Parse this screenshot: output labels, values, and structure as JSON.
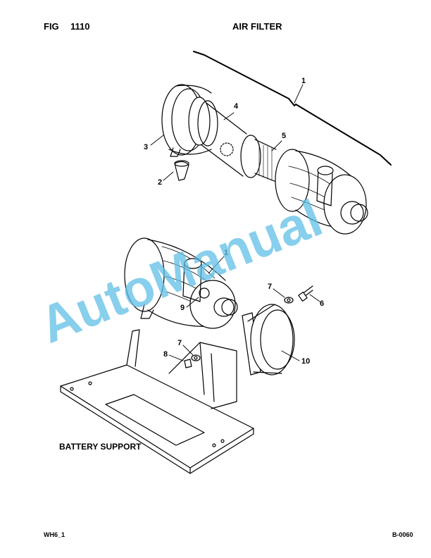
{
  "header": {
    "fig_label": "FIG",
    "fig_number": "1110",
    "title": "AIR FILTER"
  },
  "labels": {
    "battery_support": "BATTERY SUPPORT"
  },
  "callouts": [
    "1",
    "4",
    "5",
    "3",
    "2",
    "1",
    "7",
    "6",
    "9",
    "7",
    "8",
    "10"
  ],
  "watermark": "AutoManual",
  "footer": {
    "left": "WH6_1",
    "right": "B-0060"
  },
  "colors": {
    "watermark": "#5fbfe6",
    "line": "#000000"
  }
}
